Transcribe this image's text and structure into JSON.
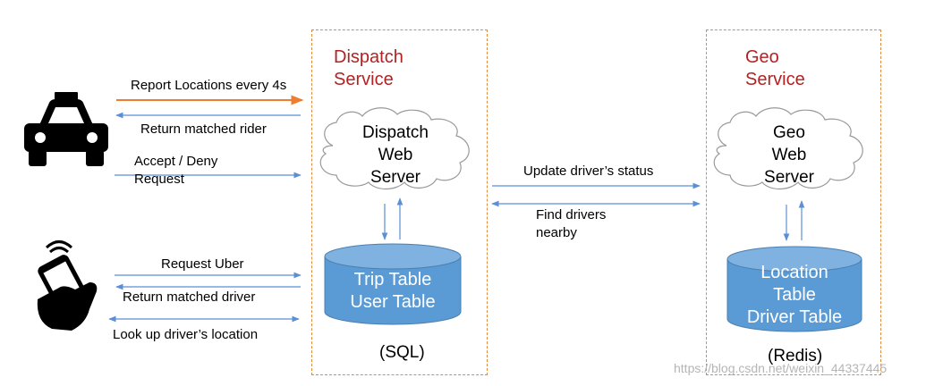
{
  "dispatch_service": {
    "title": "Dispatch\nService",
    "server": "Dispatch\nWeb\nServer",
    "db": "Trip Table\nUser Table",
    "storage": "(SQL)"
  },
  "geo_service": {
    "title": "Geo\nService",
    "server": "Geo\nWeb\nServer",
    "db": "Location\nTable\nDriver Table",
    "storage": "(Redis)"
  },
  "driver_flows": {
    "report": "Report Locations every 4s",
    "return_rider": "Return matched rider",
    "accept": "Accept / Deny\nRequest"
  },
  "rider_flows": {
    "request": "Request Uber",
    "return_driver": "Return matched driver",
    "lookup": "Look up driver’s location"
  },
  "middle_flows": {
    "update": "Update driver’s status",
    "find": "Find drivers\nnearby"
  },
  "watermark": "https://blog.csdn.net/weixin_44337445",
  "colors": {
    "service_title": "#b22222",
    "dashed_border": "#e08a3a",
    "arrow_blue": "#5b8fd6",
    "arrow_orange": "#ed7d31",
    "db_fill": "#5b9bd5"
  }
}
